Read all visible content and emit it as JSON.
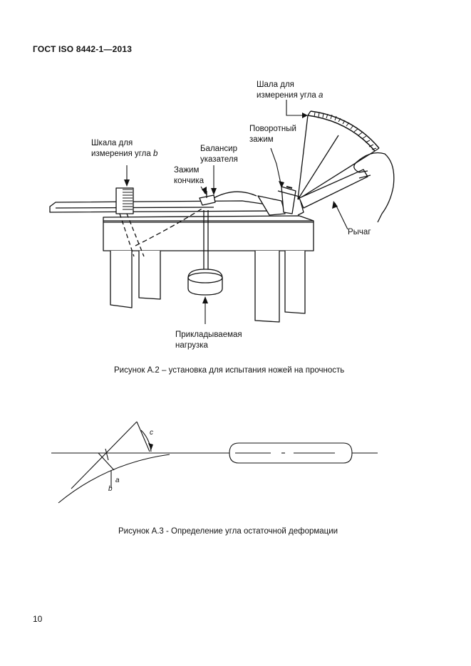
{
  "header": {
    "standard": "ГОСТ  ISO 8442-1—2013"
  },
  "figure_a2": {
    "labels": {
      "scale_a_line1": "Шала для",
      "scale_a_line2": "измерения угла ",
      "scale_a_var": "a",
      "clamp_rotary_line1": "Поворотный",
      "clamp_rotary_line2": "зажим",
      "scale_b_line1": "Шкала для",
      "scale_b_line2": "измерения угла ",
      "scale_b_var": "b",
      "balancer_line1": "Балансир",
      "balancer_line2": "указателя",
      "tip_clamp_line1": "Зажим",
      "tip_clamp_line2": "кончика",
      "lever": "Рычаг",
      "load_line1": "Прикладываемая",
      "load_line2": "нагрузка"
    },
    "caption": "Рисунок А.2 – установка для испытания ножей на прочность"
  },
  "figure_a3": {
    "labels": {
      "c": "c",
      "a": "a",
      "b": "b"
    },
    "caption": "Рисунок А.3 - Определение угла остаточной деформации"
  },
  "page_number": "10"
}
